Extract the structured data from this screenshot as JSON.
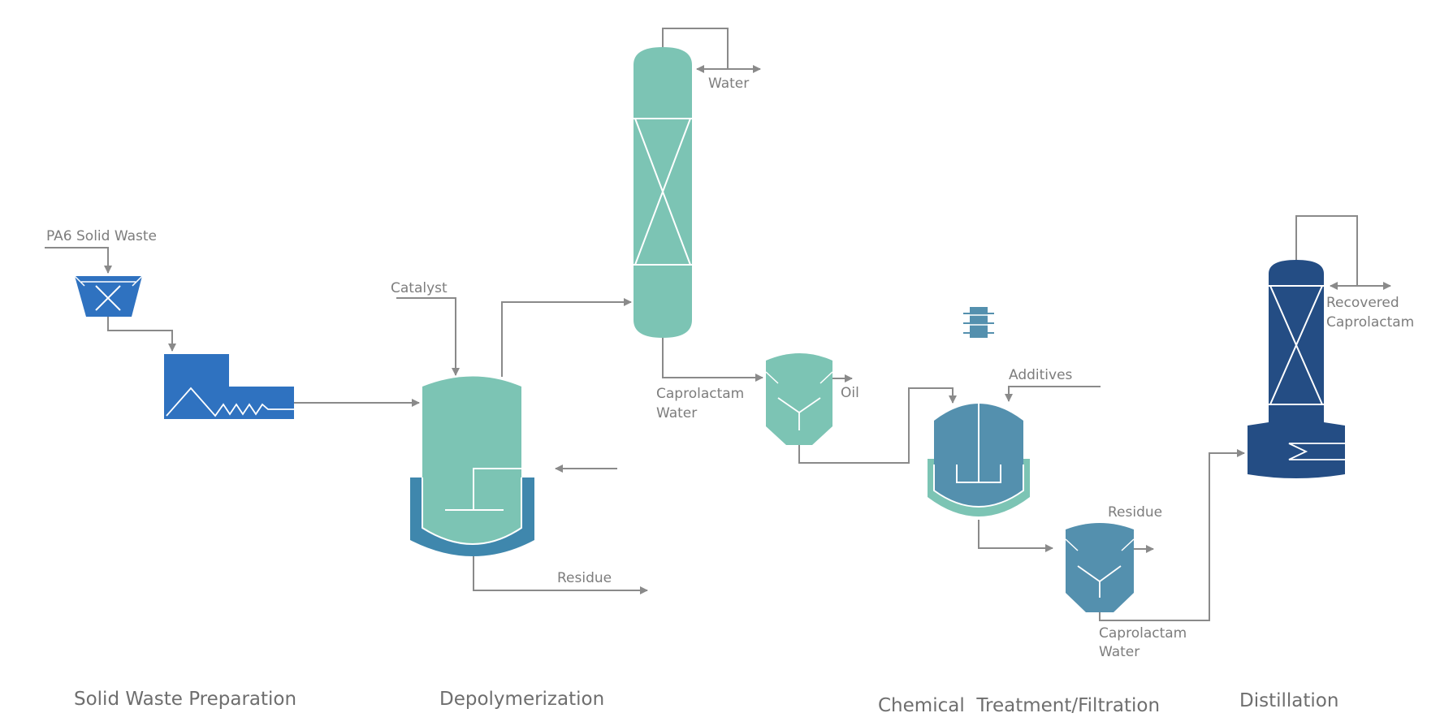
{
  "streams": {
    "pa6_solid_waste": "PA6 Solid Waste",
    "catalyst": "Catalyst",
    "water_top": "Water",
    "caprolactam_water_1": [
      "Caprolactam",
      "Water"
    ],
    "oil": "Oil",
    "residue_1": "Residue",
    "additives": "Additives",
    "residue_2": "Residue",
    "caprolactam_water_2": [
      "Caprolactam",
      "Water"
    ],
    "recovered_caprolactam": [
      "Recovered",
      "Caprolactam"
    ]
  },
  "stages": {
    "solid_waste_preparation": "Solid Waste Preparation",
    "depolymerization": "Depolymerization",
    "chemical_treatment": "Chemical  Treatment/Filtration",
    "distillation": "Distillation"
  },
  "colors": {
    "prep_blue": "#2f72c0",
    "teal": "#7cc4b4",
    "dark_teal": "#3f87ad",
    "steel_blue": "#5490ae",
    "navy": "#244d84",
    "line_gray": "#8a8a8a"
  }
}
